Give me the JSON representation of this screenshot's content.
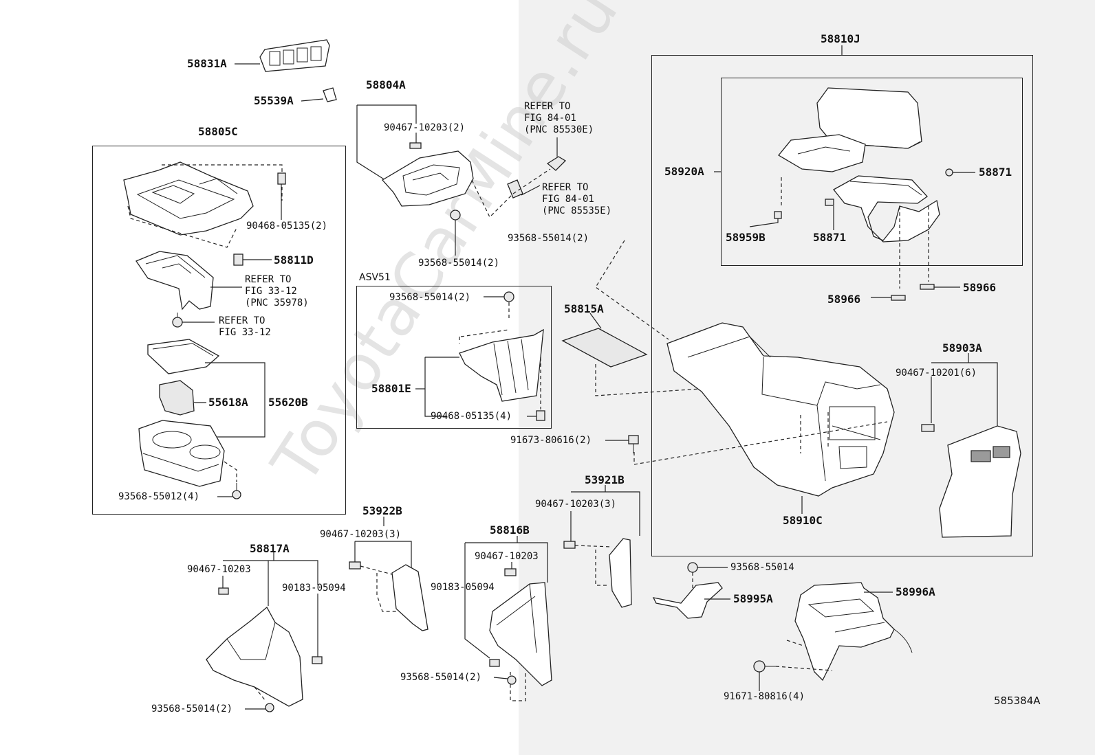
{
  "watermark": "ToyotaCarMine.ru",
  "figure_code": "585384A",
  "variant_label": "ASV51",
  "groups": {
    "58805C": "58805C",
    "58810J": "58810J",
    "58804A": "58804A",
    "58903A": "58903A",
    "53921B": "53921B",
    "53922B": "53922B",
    "58816B": "58816B",
    "58817A": "58817A"
  },
  "parts": {
    "p58831A": "58831A",
    "p55539A": "55539A",
    "p58811D": "58811D",
    "p55618A": "55618A",
    "p55620B": "55620B",
    "p58920A": "58920A",
    "p58871a": "58871",
    "p58871b": "58871",
    "p58959B": "58959B",
    "p58966a": "58966",
    "p58966b": "58966",
    "p58815A": "58815A",
    "p58801E": "58801E",
    "p58910C": "58910C",
    "p58995A": "58995A",
    "p58996A": "58996A"
  },
  "fasteners": {
    "f90468_05135_2": "90468-05135(2)",
    "f93568_55012_4": "93568-55012(4)",
    "f90467_10203_2": "90467-10203(2)",
    "f93568_55014_2a": "93568-55014(2)",
    "f93568_55014_2b": "93568-55014(2)",
    "f93568_55014_2c": "93568-55014(2)",
    "f90468_05135_4": "90468-05135(4)",
    "f91673_80616_2": "91673-80616(2)",
    "f90467_10201_6": "90467-10201(6)",
    "f90467_10203_3a": "90467-10203(3)",
    "f90467_10203_3b": "90467-10203(3)",
    "f90467_10203a": "90467-10203",
    "f90467_10203b": "90467-10203",
    "f90183_05094a": "90183-05094",
    "f90183_05094b": "90183-05094",
    "f93568_55014_2d": "93568-55014(2)",
    "f93568_55014_2e": "93568-55014(2)",
    "f93568_55014": "93568-55014",
    "f91671_80816_4": "91671-80816(4)"
  },
  "references": {
    "r1": "REFER TO\nFIG 84-01\n(PNC 85530E)",
    "r2": "REFER TO\nFIG 84-01\n(PNC 85535E)",
    "r3": "REFER TO\nFIG 33-12\n(PNC 35978)",
    "r4": "REFER TO\nFIG 33-12"
  }
}
